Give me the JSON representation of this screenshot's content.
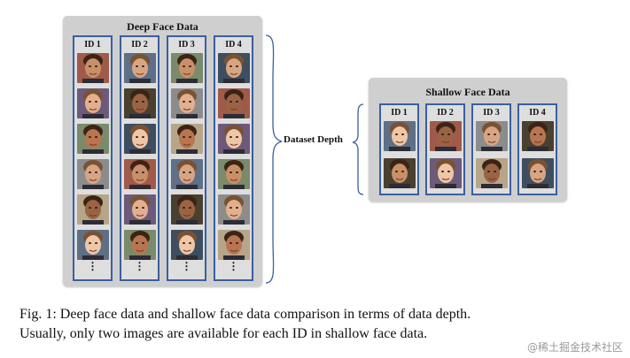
{
  "deep": {
    "title": "Deep Face Data",
    "columns": [
      {
        "label": "ID 1"
      },
      {
        "label": "ID 2"
      },
      {
        "label": "ID 3"
      },
      {
        "label": "ID 4"
      }
    ],
    "rows_per_id": 6,
    "ellipsis": "⋮"
  },
  "shallow": {
    "title": "Shallow Face Data",
    "columns": [
      {
        "label": "ID 1"
      },
      {
        "label": "ID 2"
      },
      {
        "label": "ID 3"
      },
      {
        "label": "ID 4"
      }
    ],
    "rows_per_id": 2
  },
  "depth_label": "Dataset Depth",
  "caption": {
    "line1": "Fig. 1: Deep face data and shallow face data comparison in terms of data depth.",
    "line2": "Usually, only two images are available for each ID in shallow face data."
  },
  "watermark": "@稀土掘金技术社区",
  "colors": {
    "panel": "#cfcfcf",
    "column_border": "#3a5f9e",
    "brace": "#3a5f9e",
    "skin_tones": [
      "#c89068",
      "#e2b08e",
      "#b87550",
      "#d7a583",
      "#9a6444",
      "#efc6a6"
    ]
  }
}
